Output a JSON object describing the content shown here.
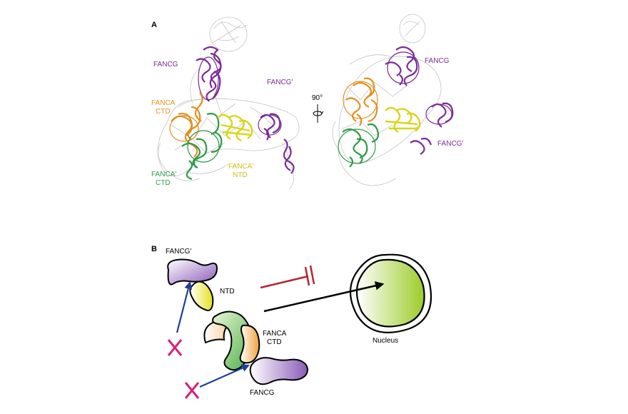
{
  "figure": {
    "panel_a": {
      "letter": "A",
      "rotation_label": "90°",
      "left_view_labels": {
        "fancg": "FANCG",
        "fanca_ctd_line1": "FANCA",
        "fanca_ctd_line2": "CTD",
        "fanca_prime_ctd_line1": "FANCA'",
        "fanca_prime_ctd_line2": "CTD",
        "fanca_prime_ntd_line1": "FANCA'",
        "fanca_prime_ntd_line2": "NTD",
        "fancg_prime": "FANCG'"
      },
      "right_view_labels": {
        "fancg": "FANCG",
        "fancg_prime": "FANCG'"
      }
    },
    "panel_b": {
      "letter": "B",
      "fancg_prime": "FANCG'",
      "ntd": "NTD",
      "fanca_line1": "FANCA",
      "fanca_line2": "CTD",
      "fancg": "FANCG",
      "nucleus": "Nucleus"
    },
    "colors": {
      "fancg_purple": "#7b2a96",
      "fanca_orange": "#e3901f",
      "fanca_prime_green": "#2e9a47",
      "ntd_yellow": "#d8d51c",
      "density_gray": "#bdbdbd",
      "inhibit_red": "#b5262e",
      "cross_magenta": "#d6227a",
      "arrow_blue": "#1f3f9a"
    }
  }
}
